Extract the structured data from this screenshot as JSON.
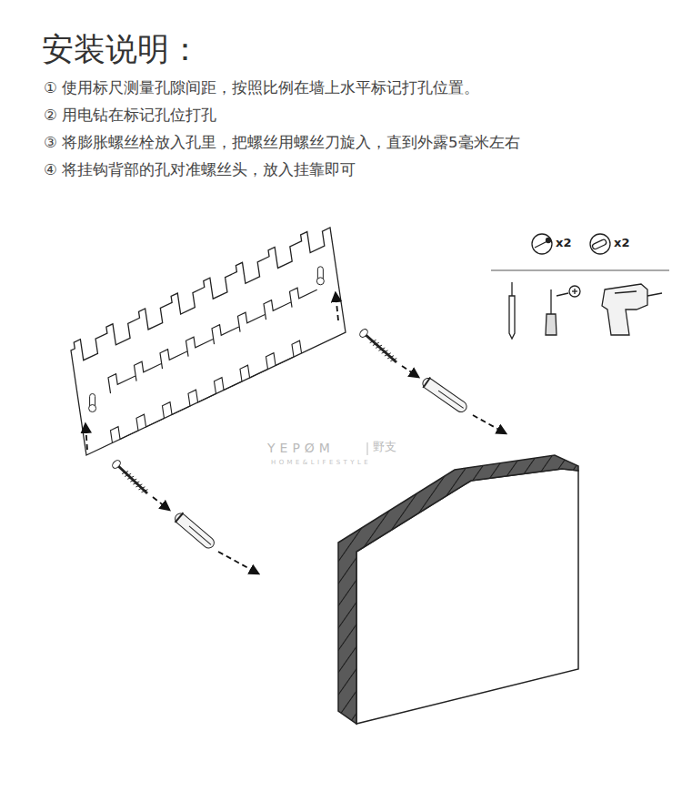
{
  "diagram": {
    "title": "安装说明：",
    "labels": [
      "① 使用标尺测量孔隙间距，按照比例在墙上水平标记打孔位置。",
      "② 用电钻在标记孔位打孔",
      "③ 将膨胀螺丝栓放入孔里，把螺丝用螺丝刀旋入，直到外露5毫米左右",
      "④ 将挂钩背部的孔对准螺丝头，放入挂靠即可",
      "x2",
      "x2",
      "YEPØM",
      "野支",
      "HOME&LIFESTYLE"
    ]
  }
}
